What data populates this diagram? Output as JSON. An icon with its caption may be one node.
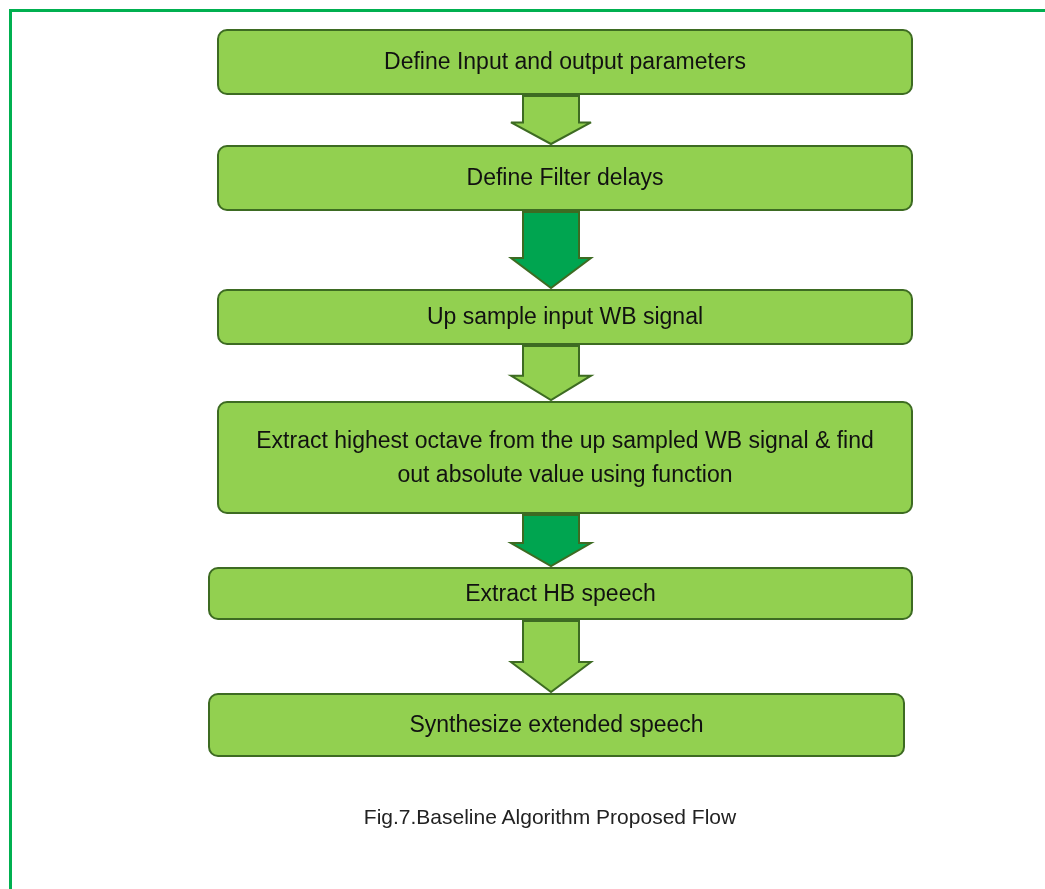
{
  "diagram": {
    "caption": "Fig.7.Baseline Algorithm Proposed Flow",
    "nodes": [
      {
        "text": [
          "Define Input and output parameters"
        ]
      },
      {
        "text": [
          "Define Filter delays"
        ]
      },
      {
        "text": [
          "Up sample input WB signal"
        ]
      },
      {
        "text": [
          "Extract highest octave from the up sampled WB signal & find out absolute value using function"
        ]
      },
      {
        "text": [
          "Extract HB speech"
        ]
      },
      {
        "text": [
          "Synthesize extended speech"
        ]
      }
    ],
    "edges": [
      {
        "from": 0,
        "to": 1,
        "arrow": "to"
      },
      {
        "from": 1,
        "to": 2,
        "arrow": "to",
        "color": "#00a550"
      },
      {
        "from": 2,
        "to": 3,
        "arrow": "to"
      },
      {
        "from": 3,
        "to": 4,
        "arrow": "to",
        "color": "#00a550"
      },
      {
        "from": 4,
        "to": 5,
        "arrow": "to"
      }
    ]
  }
}
